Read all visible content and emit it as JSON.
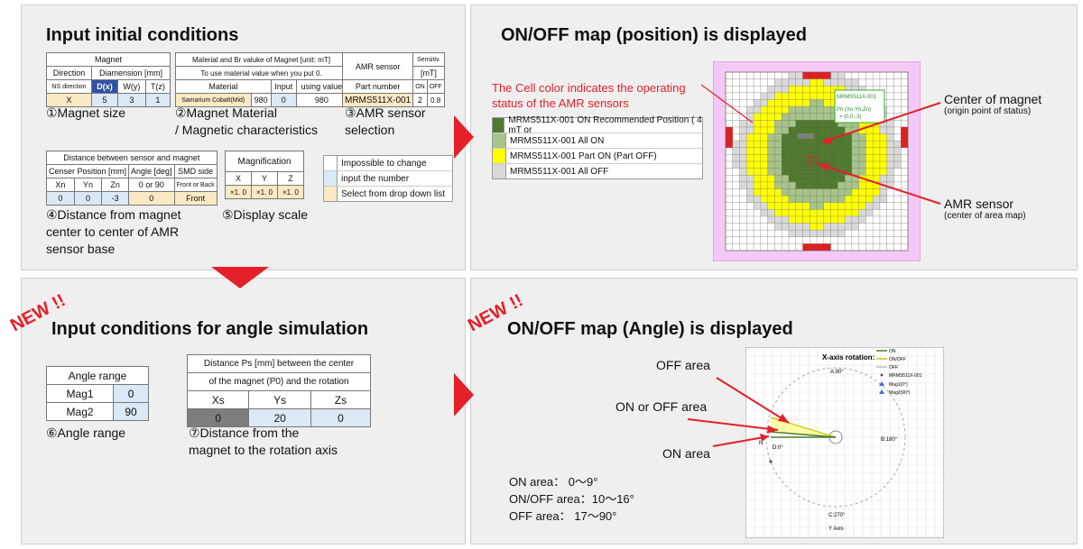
{
  "panel1": {
    "title": "Input initial conditions",
    "magnet": {
      "header": "Magnet",
      "col1": "Direction",
      "col2": "Diamension [mm]",
      "ns": "NS direction",
      "dx": "D(x)",
      "wy": "W(y)",
      "tz": "T(z)",
      "dir_val": "X",
      "d_val": "5",
      "w_val": "3",
      "t_val": "1"
    },
    "material": {
      "line1": "Material and Br valuke of Magnet [unit: mT]",
      "line2": "To use material value when you put 0.",
      "h_material": "Material",
      "h_input": "Input",
      "h_using": "using value",
      "v_material": "Samarium Cobalt(Mid)",
      "v_default": "980",
      "v_input": "0",
      "v_using": "980"
    },
    "amr": {
      "title": "AMR sensor",
      "part_label": "Part number",
      "sens": "Sensitiv.",
      "mt": "[mT]",
      "on": "ON",
      "off": "OFF",
      "part_value": "MRMS511X-001",
      "on_val": "2",
      "off_val": "0.8"
    },
    "distance": {
      "header": "Distance between sensor and magnet",
      "censer": "Censer Position [mm]",
      "angle": "Angle [deg]",
      "smd": "SMD side",
      "xn": "Xn",
      "yn": "Yn",
      "zn": "Zn",
      "angle_opt": "0 or 90",
      "smd_opt": "Front or Back",
      "xn_val": "0",
      "yn_val": "0",
      "zn_val": "-3",
      "angle_val": "0",
      "smd_val": "Front"
    },
    "magnification": {
      "title": "Magnification",
      "x": "X",
      "y": "Y",
      "z": "Z",
      "xv": "×1. 0",
      "yv": "×1. 0",
      "zv": "×1. 0"
    },
    "legend": {
      "impossible": "Impossible to change",
      "input": "input the number",
      "select": "Select from drop down list"
    },
    "cap1": "①Magnet size",
    "cap2a": "②Magnet Material",
    "cap2b": "/ Magnetic characteristics",
    "cap3a": "③AMR sensor",
    "cap3b": "selection",
    "cap4a": "④Distance from magnet",
    "cap4b": "center to center of AMR",
    "cap4c": "sensor base",
    "cap5": "⑤Display scale"
  },
  "panel2": {
    "title": "ON/OFF map (position) is displayed",
    "note1": "The Cell color indicates the operating",
    "note2": "status of the AMR sensors",
    "legend": [
      {
        "text": "MRMS511X-001 ON Recommended Position ( 4 mT or",
        "color": "#4f7a2c"
      },
      {
        "text": "MRMS511X-001 All ON",
        "color": "#a7c48a"
      },
      {
        "text": "MRMS511X-001 Part ON (Part OFF)",
        "color": "#ffff00"
      },
      {
        "text": "MRMS511X-001 All OFF",
        "color": "#d9d9d9"
      }
    ],
    "map_label": "MRMS511X-001",
    "map_coord1": "Pn (Xn,Yn,Zn)",
    "map_coord2": "= (0,0,-3)",
    "center_title": "Center of magnet",
    "center_sub": "(origin point of status)",
    "amr_title": "AMR sensor",
    "amr_sub": "(center of area map)"
  },
  "panel3": {
    "new": "NEW !!",
    "title": "Input conditions for angle simulation",
    "angle_header": "Angle range",
    "mag1": "Mag1",
    "mag1_val": "0",
    "mag2": "Mag2",
    "mag2_val": "90",
    "dist_line1": "Distance Ps [mm] between the center",
    "dist_line2": "of the magnet (P0) and the rotation",
    "xs": "Xs",
    "ys": "Ys",
    "zs": "Zs",
    "xs_val": "0",
    "ys_val": "20",
    "zs_val": "0",
    "cap6": "⑥Angle range",
    "cap7a": "⑦Distance from the",
    "cap7b": "magnet to the rotation axis"
  },
  "panel4": {
    "new": "NEW !!",
    "title": "ON/OFF map (Angle) is displayed",
    "off_area": "OFF area",
    "onoff_area": "ON or OFF area",
    "on_area": "ON area",
    "sum1": "ON area： 0～9°",
    "sum2": "ON/OFF area：10～16°",
    "sum3": "OFF area： 17～90°",
    "chart_title": "X-axis rotation:",
    "a90": "A:90°",
    "b180": "B:180°",
    "c270": "C:270°",
    "d0": "D:0°",
    "yaxis": "Y Axis",
    "n": "N",
    "lg_on": "ON",
    "lg_onoff": "ON/OFF",
    "lg_off": "OFF",
    "lg_mrms": "MRMS511X-001",
    "lg_mag1": "Mag1(0°)",
    "lg_mag2": "Mag2(90°)"
  },
  "colors": {
    "accent": "#e4202a",
    "dark_green": "#4f7a2c",
    "light_green": "#a7c48a",
    "yellow": "#ffff00",
    "grey": "#d9d9d9",
    "map_border": "#e0a0e0"
  }
}
